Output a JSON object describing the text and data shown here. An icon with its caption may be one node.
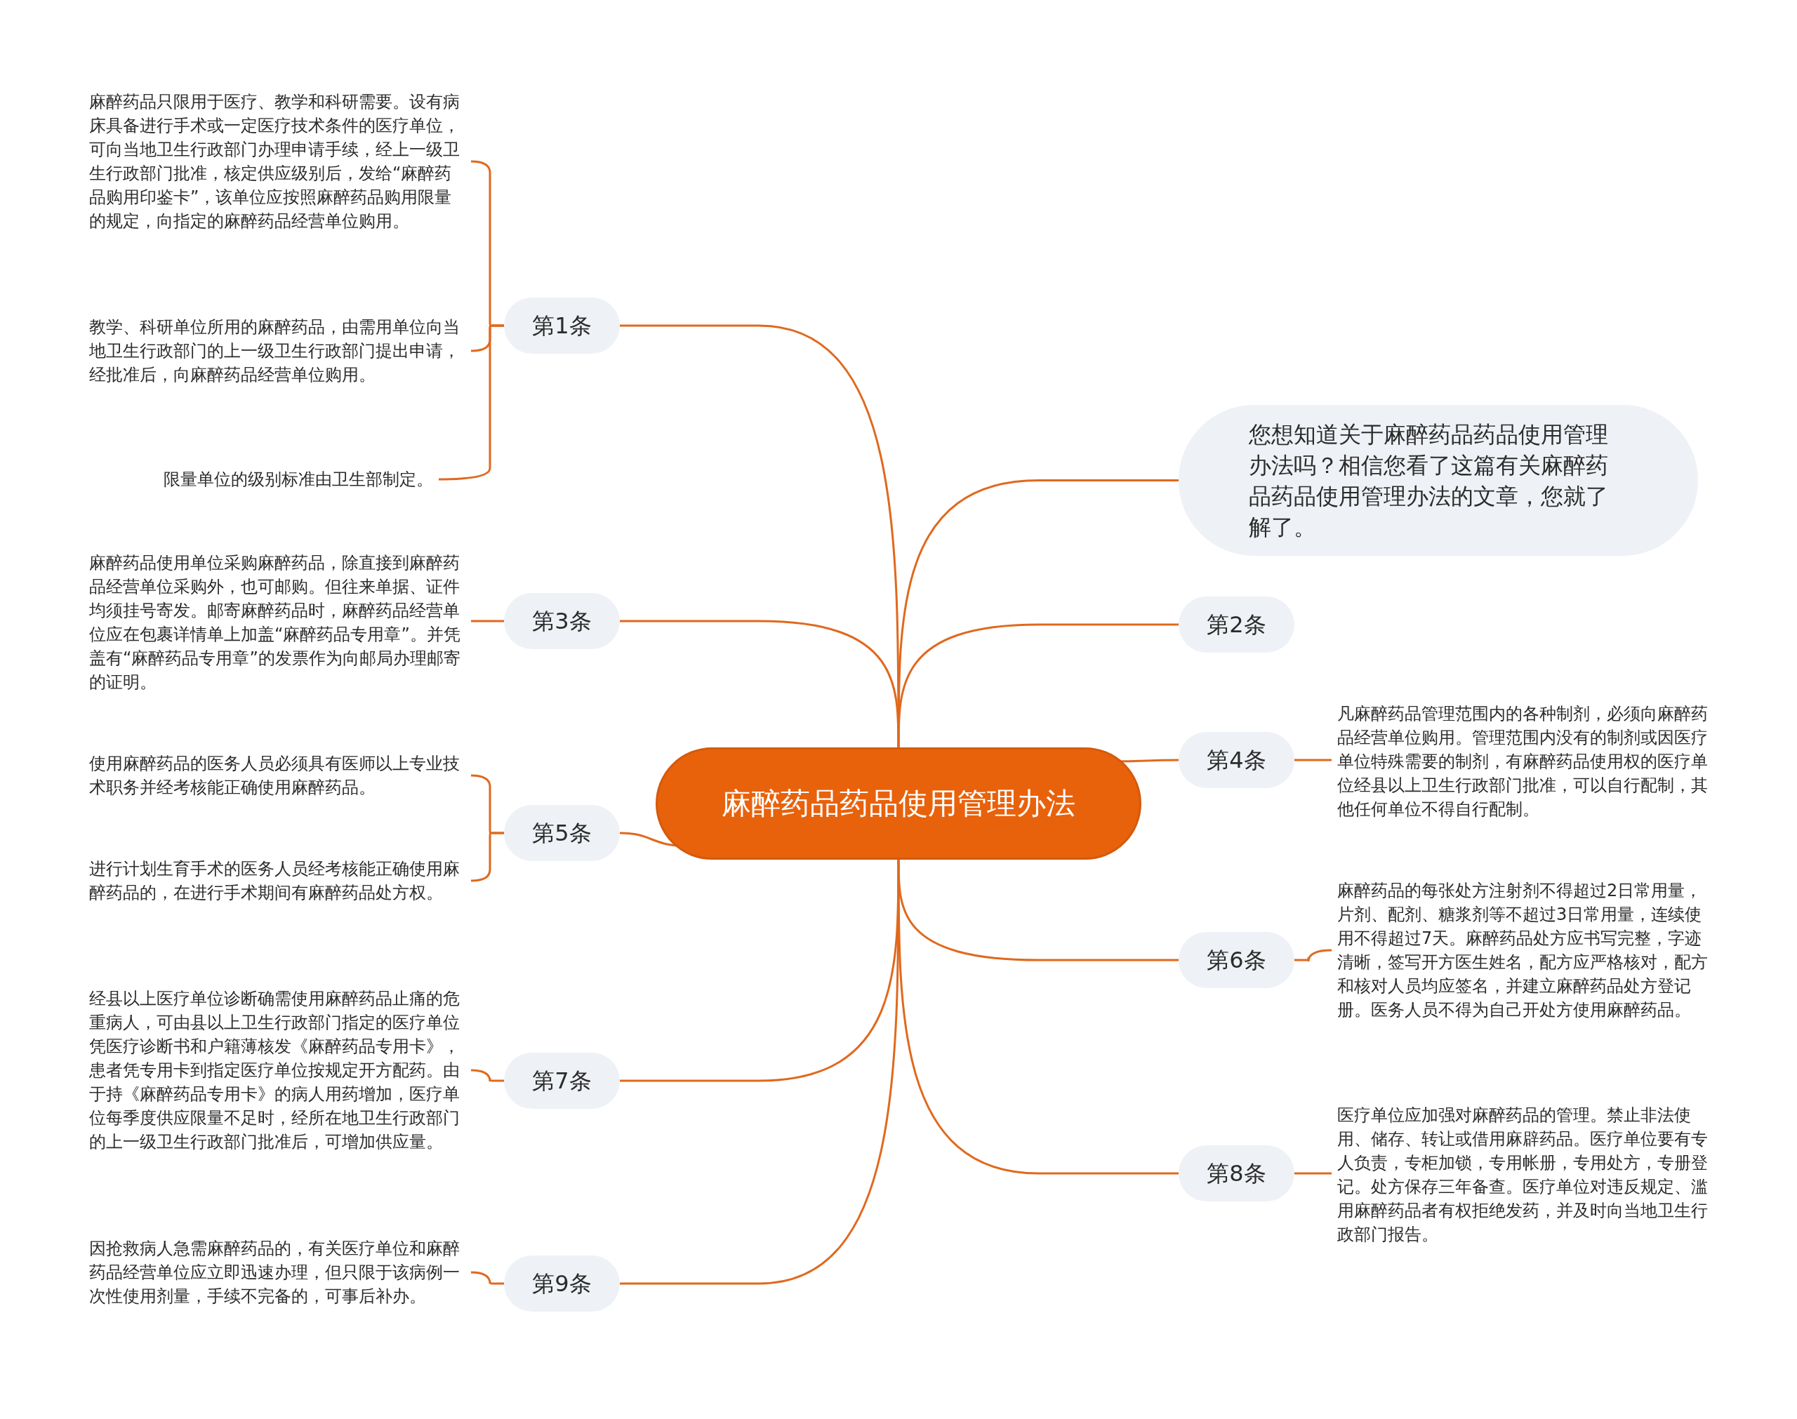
{
  "diagram": {
    "nodes": [
      {
        "text": [
          "麻醉药品药品使用管理办法"
        ]
      },
      {
        "text": [
          "第1条"
        ]
      },
      {
        "text": [
          "麻醉药品只限用于医疗、教学和科研需要。设有病床具备进行手术或一定医疗技术条件的医疗单位，可向当地卫生行政部门办理申请手续，经上一级卫生行政部门批准，核定供应级别后，发给“麻醉药品购用印鉴卡”，该单位应按照麻醉药品购用限量的规定，向指定的麻醉药品经营单位购用。"
        ]
      },
      {
        "text": [
          "教学、科研单位所用的麻醉药品，由需用单位向当地卫生行政部门的上一级卫生行政部门提出申请，经批准后，向麻醉药品经营单位购用。"
        ]
      },
      {
        "text": [
          "限量单位的级别标准由卫生部制定。"
        ]
      },
      {
        "text": [
          "您想知道关于麻醉药品药品使用管理办法吗？相信您看了这篇有关麻醉药品药品使用管理办法的文章，您就了解了。"
        ]
      },
      {
        "text": [
          "第3条"
        ]
      },
      {
        "text": [
          "麻醉药品使用单位采购麻醉药品，除直接到麻醉药品经营单位采购外，也可邮购。但往来单据、证件均须挂号寄发。邮寄麻醉药品时，麻醉药品经营单位应在包裹详情单上加盖“麻醉药品专用章”。并凭盖有“麻醉药品专用章”的发票作为向邮局办理邮寄的证明。"
        ]
      },
      {
        "text": [
          "第2条"
        ]
      },
      {
        "text": [
          "第4条"
        ]
      },
      {
        "text": [
          "凡麻醉药品管理范围内的各种制剂，必须向麻醉药品经营单位购用。管理范围内没有的制剂或因医疗单位特殊需要的制剂，有麻醉药品使用权的医疗单位经县以上卫生行政部门批准，可以自行配制，其他任何单位不得自行配制。"
        ]
      },
      {
        "text": [
          "第5条"
        ]
      },
      {
        "text": [
          "使用麻醉药品的医务人员必须具有医师以上专业技术职务并经考核能正确使用麻醉药品。"
        ]
      },
      {
        "text": [
          "进行计划生育手术的医务人员经考核能正确使用麻醉药品的，在进行手术期间有麻醉药品处方权。"
        ]
      },
      {
        "text": [
          "第6条"
        ]
      },
      {
        "text": [
          "麻醉药品的每张处方注射剂不得超过2日常用量，片剂、配剂、糖浆剂等不超过3日常用量，连续使用不得超过7天。麻醉药品处方应书写完整，字迹清晰，签写开方医生姓名，配方应严格核对，配方和核对人员均应签名，并建立麻醉药品处方登记册。医务人员不得为自己开处方使用麻醉药品。"
        ]
      },
      {
        "text": [
          "第7条"
        ]
      },
      {
        "text": [
          "经县以上医疗单位诊断确需使用麻醉药品止痛的危重病人，可由县以上卫生行政部门指定的医疗单位凭医疗诊断书和户籍薄核发《麻醉药品专用卡》，患者凭专用卡到指定医疗单位按规定开方配药。由于持《麻醉药品专用卡》的病人用药增加，医疗单位每季度供应限量不足时，经所在地卫生行政部门的上一级卫生行政部门批准后，可增加供应量。"
        ]
      },
      {
        "text": [
          "第8条"
        ]
      },
      {
        "text": [
          "医疗单位应加强对麻醉药品的管理。禁止非法使用、储存、转让或借用麻辟药品。医疗单位要有专人负责，专柜加锁，专用帐册，专用处方，专册登记。处方保存三年备查。医疗单位对违反规定、滥用麻醉药品者有权拒绝发药，并及时向当地卫生行政部门报告。"
        ]
      },
      {
        "text": [
          "第9条"
        ]
      },
      {
        "text": [
          "因抢救病人急需麻醉药品的，有关医疗单位和麻醉药品经营单位应立即迅速办理，但只限于该病例一次性使用剂量，手续不完备的，可事后补办。"
        ]
      }
    ],
    "edges": [
      {
        "from": 0,
        "to": 1,
        "arrow": "none"
      },
      {
        "from": 1,
        "to": 2,
        "arrow": "none"
      },
      {
        "from": 1,
        "to": 3,
        "arrow": "none"
      },
      {
        "from": 1,
        "to": 4,
        "arrow": "none"
      },
      {
        "from": 0,
        "to": 5,
        "arrow": "none"
      },
      {
        "from": 0,
        "to": 6,
        "arrow": "none"
      },
      {
        "from": 6,
        "to": 7,
        "arrow": "none"
      },
      {
        "from": 0,
        "to": 8,
        "arrow": "none"
      },
      {
        "from": 0,
        "to": 9,
        "arrow": "none"
      },
      {
        "from": 9,
        "to": 10,
        "arrow": "none"
      },
      {
        "from": 0,
        "to": 11,
        "arrow": "none"
      },
      {
        "from": 11,
        "to": 12,
        "arrow": "none"
      },
      {
        "from": 11,
        "to": 13,
        "arrow": "none"
      },
      {
        "from": 0,
        "to": 14,
        "arrow": "none"
      },
      {
        "from": 14,
        "to": 15,
        "arrow": "none"
      },
      {
        "from": 0,
        "to": 16,
        "arrow": "none"
      },
      {
        "from": 16,
        "to": 17,
        "arrow": "none"
      },
      {
        "from": 0,
        "to": 18,
        "arrow": "none"
      },
      {
        "from": 18,
        "to": 19,
        "arrow": "none"
      },
      {
        "from": 0,
        "to": 20,
        "arrow": "none"
      },
      {
        "from": 20,
        "to": 21,
        "arrow": "none"
      }
    ]
  }
}
